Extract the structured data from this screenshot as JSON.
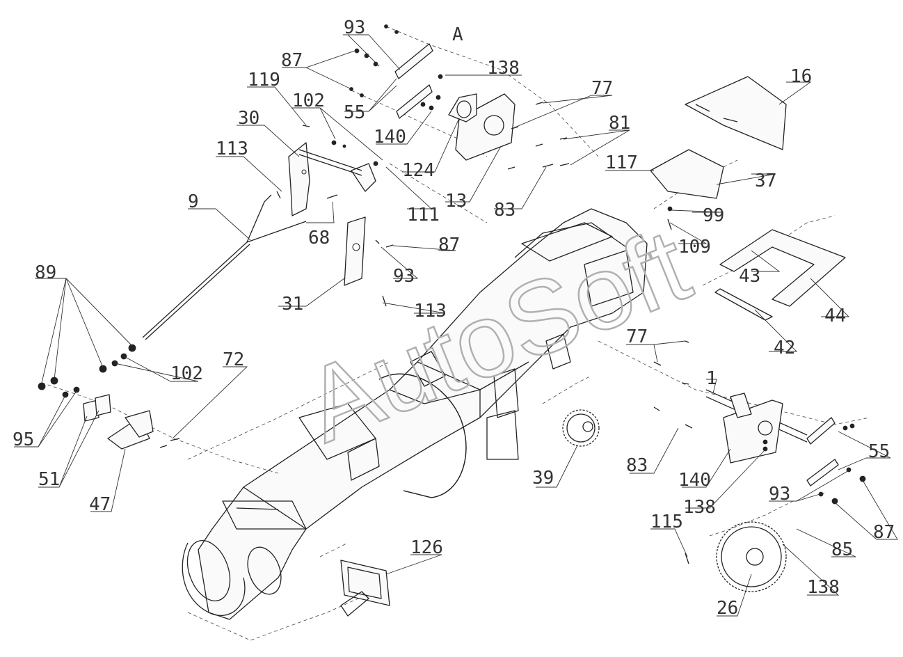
{
  "watermark": "AutoSoft",
  "view_label": "A",
  "callouts": [
    {
      "id": "c93a",
      "text": "93"
    },
    {
      "id": "cA",
      "text": "A"
    },
    {
      "id": "c87a",
      "text": "87"
    },
    {
      "id": "c138a",
      "text": "138"
    },
    {
      "id": "c119",
      "text": "119"
    },
    {
      "id": "c102a",
      "text": "102"
    },
    {
      "id": "c55a",
      "text": "55"
    },
    {
      "id": "c77a",
      "text": "77"
    },
    {
      "id": "c16",
      "text": "16"
    },
    {
      "id": "c30",
      "text": "30"
    },
    {
      "id": "c140a",
      "text": "140"
    },
    {
      "id": "c81",
      "text": "81"
    },
    {
      "id": "c113a",
      "text": "113"
    },
    {
      "id": "c124",
      "text": "124"
    },
    {
      "id": "c117",
      "text": "117"
    },
    {
      "id": "c37",
      "text": "37"
    },
    {
      "id": "c9",
      "text": "9"
    },
    {
      "id": "c13",
      "text": "13"
    },
    {
      "id": "c83a",
      "text": "83"
    },
    {
      "id": "c111",
      "text": "111"
    },
    {
      "id": "c99",
      "text": "99"
    },
    {
      "id": "c68",
      "text": "68"
    },
    {
      "id": "c87b",
      "text": "87"
    },
    {
      "id": "c109",
      "text": "109"
    },
    {
      "id": "c89",
      "text": "89"
    },
    {
      "id": "c93b",
      "text": "93"
    },
    {
      "id": "c43",
      "text": "43"
    },
    {
      "id": "c31",
      "text": "31"
    },
    {
      "id": "c113b",
      "text": "113"
    },
    {
      "id": "c44",
      "text": "44"
    },
    {
      "id": "c77b",
      "text": "77"
    },
    {
      "id": "c42",
      "text": "42"
    },
    {
      "id": "c72",
      "text": "72"
    },
    {
      "id": "c102b",
      "text": "102"
    },
    {
      "id": "c1",
      "text": "1"
    },
    {
      "id": "c95",
      "text": "95"
    },
    {
      "id": "c55b",
      "text": "55"
    },
    {
      "id": "c51",
      "text": "51"
    },
    {
      "id": "c39",
      "text": "39"
    },
    {
      "id": "c83b",
      "text": "83"
    },
    {
      "id": "c140b",
      "text": "140"
    },
    {
      "id": "c47",
      "text": "47"
    },
    {
      "id": "c93c",
      "text": "93"
    },
    {
      "id": "c138b",
      "text": "138"
    },
    {
      "id": "c115",
      "text": "115"
    },
    {
      "id": "c126",
      "text": "126"
    },
    {
      "id": "c87c",
      "text": "87"
    },
    {
      "id": "c85",
      "text": "85"
    },
    {
      "id": "c138c",
      "text": "138"
    },
    {
      "id": "c26",
      "text": "26"
    }
  ]
}
